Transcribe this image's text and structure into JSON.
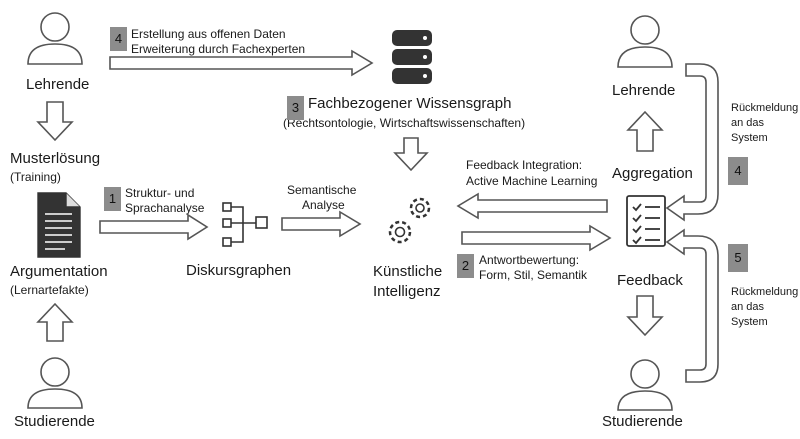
{
  "actors": {
    "lehrende_left": "Lehrende",
    "studierende_left": "Studierende",
    "lehrende_right": "Lehrende",
    "studierende_right": "Studierende"
  },
  "nodes": {
    "musterloesung": "Musterlösung",
    "training": "(Training)",
    "argumentation": "Argumentation",
    "lernartefakte": "(Lernartefakte)",
    "diskursgraphen": "Diskursgraphen",
    "ki_line1": "Künstliche",
    "ki_line2": "Intelligenz",
    "wissensgraph": "Fachbezogener Wissensgraph",
    "wissensgraph_sub": "(Rechtsontologie, Wirtschaftswissenschaften)",
    "aggregation": "Aggregation",
    "feedback": "Feedback"
  },
  "steps": {
    "s1": {
      "num": "1",
      "line1": "Struktur- und",
      "line2": "Sprachanalyse"
    },
    "s2": {
      "num": "2",
      "line1": "Antwortbewertung:",
      "line2": "Form, Stil, Semantik"
    },
    "s3": {
      "num": "3"
    },
    "s4": {
      "num": "4",
      "line1": "Erstellung aus offenen Daten",
      "line2": "Erweiterung durch Fachexperten"
    },
    "s4_right": {
      "num": "4",
      "line1": "Rückmeldung",
      "line2": "an das",
      "line3": "System"
    },
    "s5_right": {
      "num": "5",
      "line1": "Rückmeldung",
      "line2": "an das",
      "line3": "System"
    }
  },
  "edges": {
    "semantische_line1": "Semantische",
    "semantische_line2": "Analyse",
    "feedback_int_line1": "Feedback Integration:",
    "feedback_int_line2": "Active Machine Learning"
  }
}
